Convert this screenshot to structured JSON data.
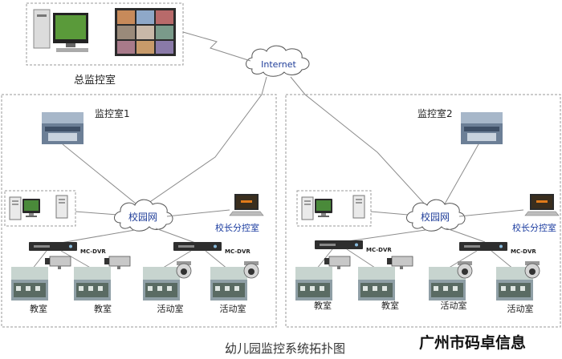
{
  "hq": {
    "label": "总监控室"
  },
  "internet": {
    "label": "Internet"
  },
  "sites": [
    {
      "room_label": "监控室1",
      "campus_net": "校园网",
      "principal_label": "校长分控室",
      "dvr_labels": [
        "MC-DVR",
        "MC-DVR"
      ],
      "camera_labels": [
        "教室",
        "教室",
        "活动室",
        "活动室"
      ]
    },
    {
      "room_label": "监控室2",
      "campus_net": "校园网",
      "principal_label": "校长分控室",
      "dvr_labels": [
        "MC-DVR",
        "MC-DVR"
      ],
      "camera_labels": [
        "教室",
        "教室",
        "活动室",
        "活动室"
      ]
    }
  ],
  "title": "幼儿园监控系统拓扑图",
  "company_watermark": "广州市码卓信息",
  "colors": {
    "line": "#8c8c8c",
    "box": "#9a9a9a",
    "cloud_text": "#1f3d99",
    "blue_label": "#1c3da0",
    "dvr": "#2e2e2e"
  }
}
